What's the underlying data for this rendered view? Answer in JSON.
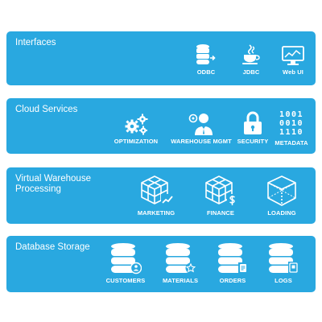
{
  "colors": {
    "panel": "#29a8e0",
    "text": "#ffffff",
    "page_background": "#ffffff"
  },
  "layers": {
    "interfaces": {
      "title": "Interfaces",
      "items": [
        {
          "label": "ODBC",
          "icon": "database-arrow-icon"
        },
        {
          "label": "JDBC",
          "icon": "java-cup-icon"
        },
        {
          "label": "Web UI",
          "icon": "chart-monitor-icon"
        }
      ]
    },
    "cloud": {
      "title": "Cloud Services",
      "items": [
        {
          "label": "OPTIMIZATION",
          "icon": "gears-icon"
        },
        {
          "label": "WAREHOUSE MGMT",
          "icon": "manager-person-icon"
        },
        {
          "label": "SECURITY",
          "icon": "padlock-icon"
        },
        {
          "label": "METADATA",
          "icon": "binary-icon",
          "binary": [
            "1001",
            "0010",
            "1110"
          ]
        }
      ]
    },
    "compute": {
      "title": "Virtual Warehouse\nProcessing",
      "items": [
        {
          "label": "MARKETING",
          "icon": "cubes-trend-icon"
        },
        {
          "label": "FINANCE",
          "icon": "cubes-dollar-icon"
        },
        {
          "label": "LOADING",
          "icon": "wireframe-cube-icon"
        }
      ]
    },
    "storage": {
      "title": "Database Storage",
      "items": [
        {
          "label": "CUSTOMERS",
          "icon": "database-person-icon"
        },
        {
          "label": "MATERIALS",
          "icon": "database-star-icon"
        },
        {
          "label": "ORDERS",
          "icon": "database-document-icon"
        },
        {
          "label": "LOGS",
          "icon": "database-log-icon"
        }
      ]
    }
  }
}
